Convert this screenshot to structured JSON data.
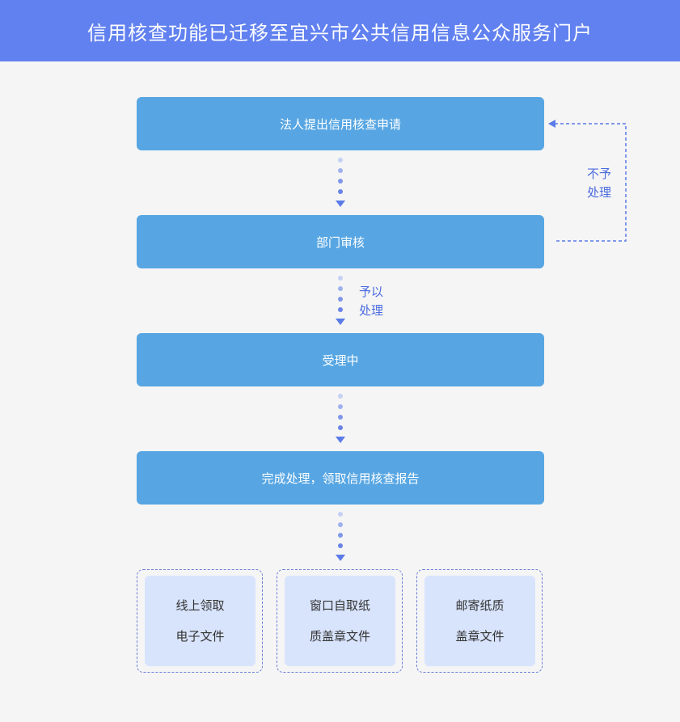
{
  "header": {
    "title": "信用核查功能已迁移至宜兴市公共信用信息公众服务门户"
  },
  "steps": [
    "法人提出信用核查申请",
    "部门审核",
    "受理中",
    "完成处理，领取信用核查报告"
  ],
  "labels": {
    "approve_line1": "予以",
    "approve_line2": "处理",
    "reject_line1": "不予",
    "reject_line2": "处理"
  },
  "options": [
    {
      "line1": "线上领取",
      "line2": "电子文件"
    },
    {
      "line1": "窗口自取纸",
      "line2": "质盖章文件"
    },
    {
      "line1": "邮寄纸质",
      "line2": "盖章文件"
    }
  ],
  "colors": {
    "header": "#6181f0",
    "step_box": "#57a6e3",
    "arrow": "#5b7be8",
    "label": "#4a6be0",
    "option_fill": "#d8e4fc",
    "option_border": "#6a7fd8"
  }
}
